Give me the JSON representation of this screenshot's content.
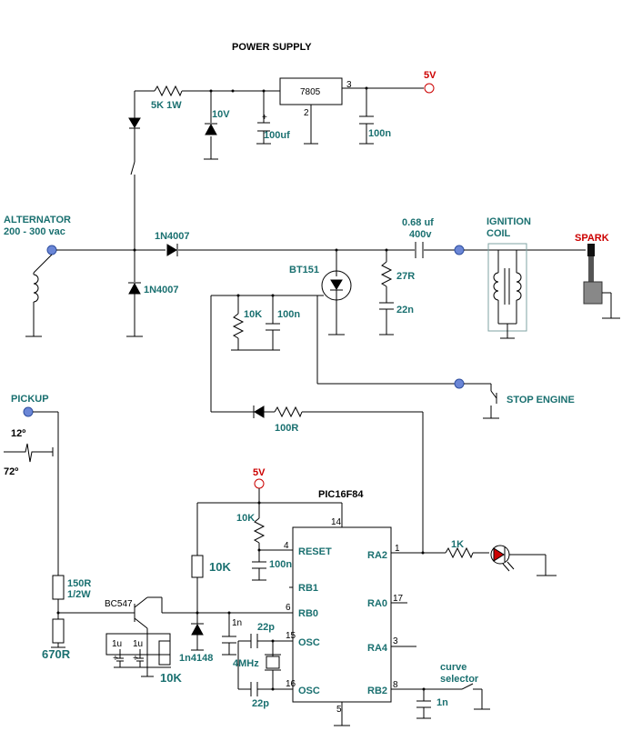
{
  "title": "POWER SUPPLY",
  "labels": {
    "alternator": "ALTERNATOR",
    "alternator_v": "200 - 300 vac",
    "r5k": "5K 1W",
    "z10v": "10V",
    "c100uf": "100uf",
    "reg": "7805",
    "reg_pin3": "3",
    "reg_pin2": "2",
    "c100n_top": "100n",
    "v5_top": "5V",
    "d1": "1N4007",
    "d2": "1N4007",
    "c068": "0.68 uf",
    "c400v": "400v",
    "ign1": "IGNITION",
    "ign2": "COIL",
    "spark": "SPARK",
    "bt151": "BT151",
    "r27": "27R",
    "c22n": "22n",
    "r10k_a": "10K",
    "c100n_a": "100n",
    "stop": "STOP ENGINE",
    "r100": "100R",
    "pickup": "PICKUP",
    "deg12": "12º",
    "deg72": "72º",
    "v5_mid": "5V",
    "pic": "PIC16F84",
    "pin14": "14",
    "r10k_b": "10K",
    "pin4": "4",
    "reset": "RESET",
    "c100n_b": "100n",
    "r10k_c": "10K",
    "rb1": "RB1",
    "pin6": "6",
    "rb0": "RB0",
    "c1n_a": "1n",
    "c22p_a": "22p",
    "pin15": "15",
    "osc1": "OSC",
    "xtal": "4MHz",
    "c22p_b": "22p",
    "pin16": "16",
    "osc2": "OSC",
    "pin5": "5",
    "ra2": "RA2",
    "pin1": "1",
    "ra0": "RA0",
    "pin17": "17",
    "ra4": "RA4",
    "pin3": "3",
    "rb2": "RB2",
    "pin8": "8",
    "r1k": "1K",
    "curve1": "curve",
    "curve2": "selector",
    "c1n_b": "1n",
    "r150": "150R",
    "r150w": "1/2W",
    "r670": "670R",
    "bc547": "BC547",
    "c1u_a": "1u",
    "c1u_b": "1u",
    "r10k_d": "10K",
    "d1n4148": "1n4148"
  },
  "colors": {
    "label": "#1a7070",
    "red": "#cc0000",
    "terminal": "#6b86d6"
  }
}
